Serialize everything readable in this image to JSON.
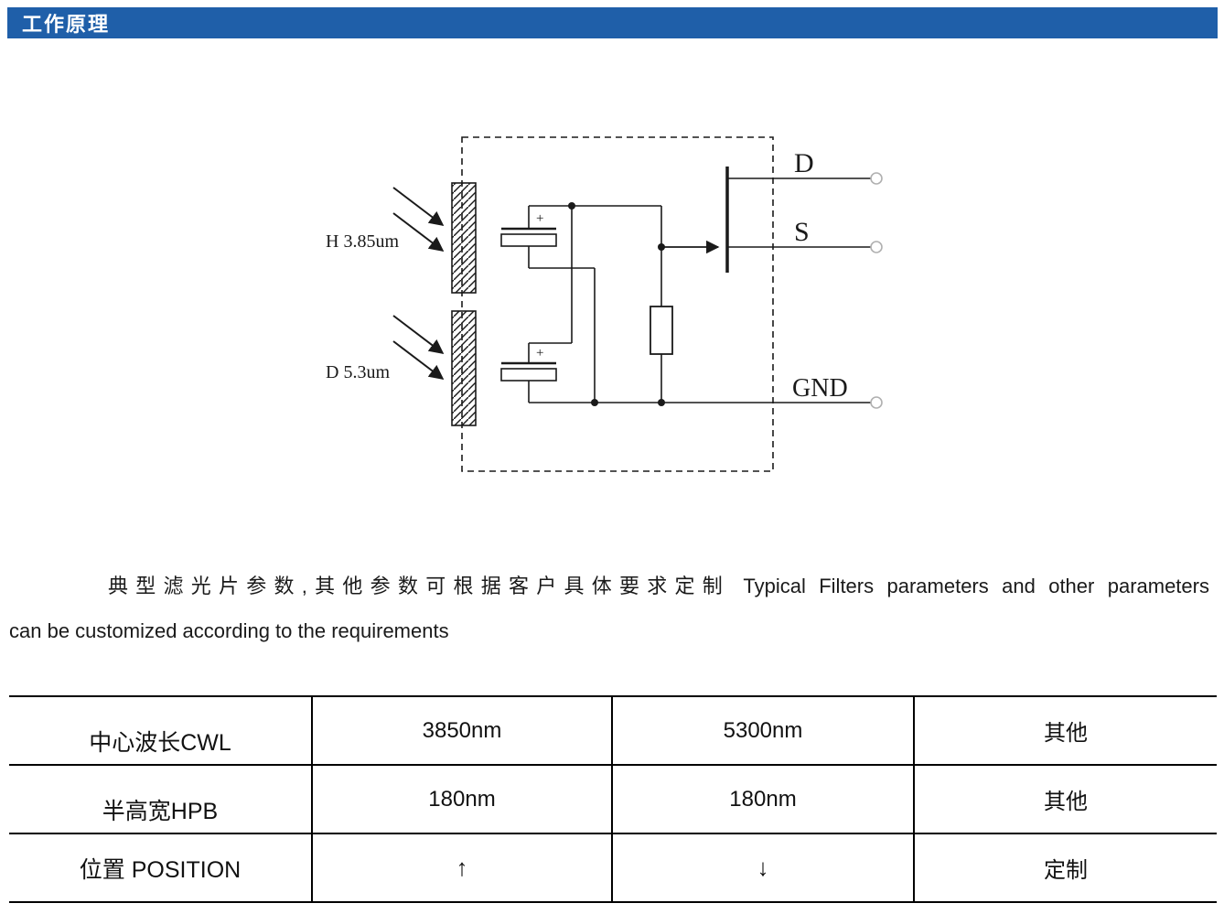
{
  "header": {
    "title": "工作原理",
    "bg_color": "#1f5fa9"
  },
  "diagram": {
    "filter_top_label": "H 3.85um",
    "filter_bottom_label": "D 5.3um",
    "terminal_drain": "D",
    "terminal_source": "S",
    "terminal_ground": "GND",
    "element_plus": "+"
  },
  "paragraph": {
    "line1": "典型滤光片参数,其他参数可根据客户具体要求定制 Typical Filters parameters and other parameters",
    "line2": "can be customized according to the requirements"
  },
  "table": {
    "rows": [
      {
        "label": "中心波长CWL",
        "values": [
          "3850nm",
          "5300nm",
          "其他"
        ]
      },
      {
        "label": "半高宽HPB",
        "values": [
          "180nm",
          "180nm",
          "其他"
        ]
      },
      {
        "label": "位置 POSITION",
        "values": [
          "↑",
          "↓",
          "定制"
        ]
      }
    ]
  }
}
